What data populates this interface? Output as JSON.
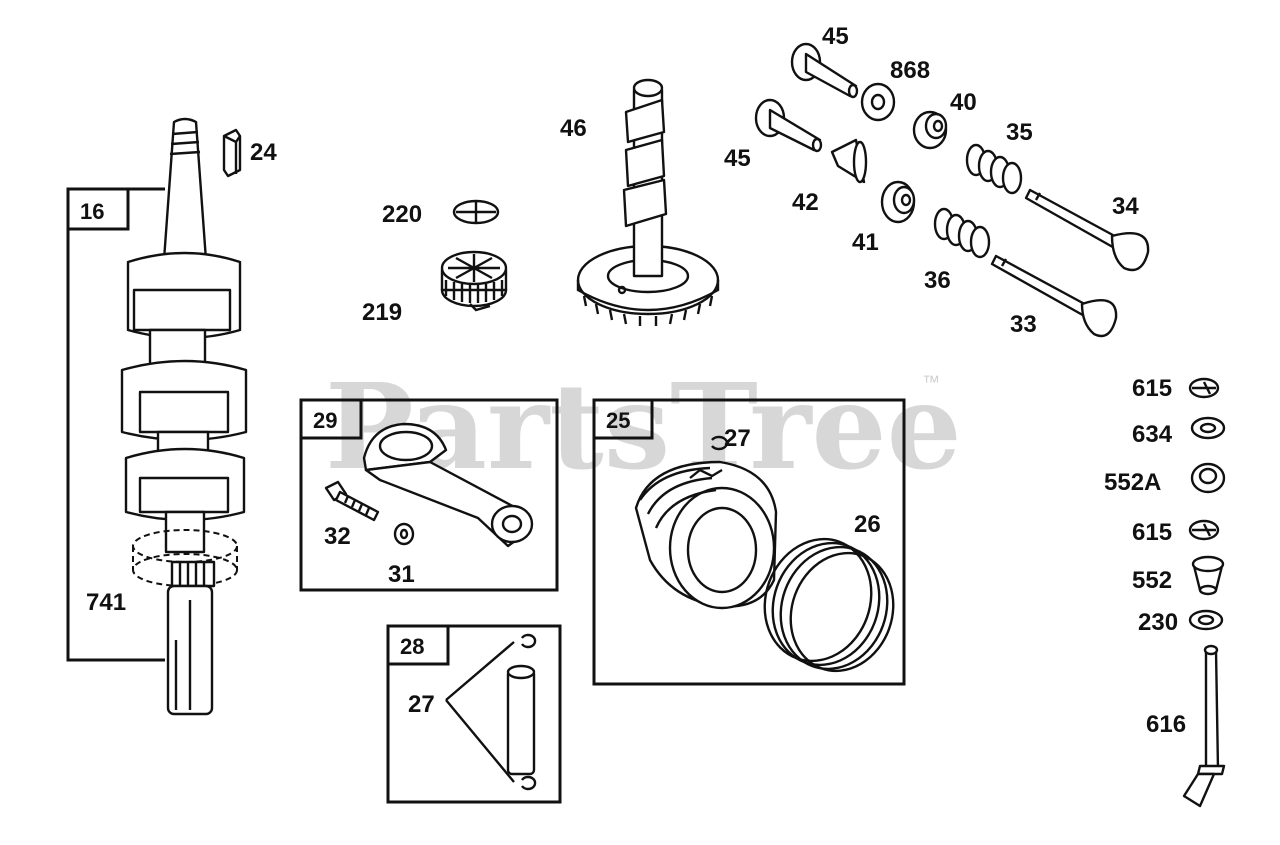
{
  "watermark": {
    "text": "PartsTree",
    "trademark": "™"
  },
  "groups": [
    {
      "id": "group-16",
      "number": "16"
    },
    {
      "id": "group-29",
      "number": "29"
    },
    {
      "id": "group-25",
      "number": "25"
    },
    {
      "id": "group-28",
      "number": "28"
    }
  ],
  "callouts": {
    "c24": "24",
    "c741": "741",
    "c220": "220",
    "c219": "219",
    "c46": "46",
    "c45a": "45",
    "c45b": "45",
    "c868": "868",
    "c40": "40",
    "c35": "35",
    "c42": "42",
    "c41": "41",
    "c36": "36",
    "c34": "34",
    "c33": "33",
    "c32": "32",
    "c31": "31",
    "c27a": "27",
    "c26": "26",
    "c27b": "27",
    "c615a": "615",
    "c634": "634",
    "c552A": "552A",
    "c615b": "615",
    "c552": "552",
    "c230": "230",
    "c616": "616"
  }
}
